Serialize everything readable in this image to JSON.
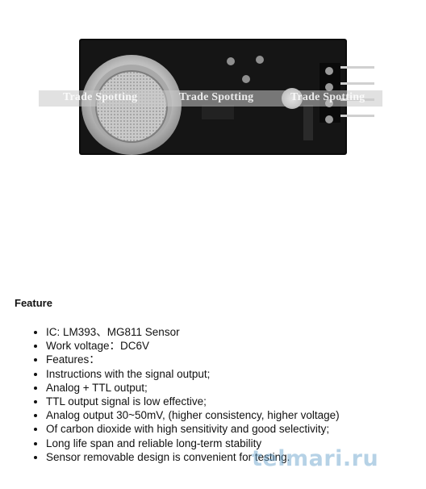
{
  "watermark": {
    "photo_text": "Trade Spotting",
    "site_text": "telmari.ru"
  },
  "feature": {
    "title": "Feature",
    "items": [
      "IC: LM393、MG811 Sensor",
      "Work voltage：DC6V",
      "Features：",
      "Instructions with the signal output;",
      "Analog + TTL output;",
      "TTL output signal is low effective;",
      "Analog output 30~50mV, (higher consistency, higher voltage)",
      "Of carbon dioxide with high sensitivity and good selectivity;",
      "Long life span and reliable long-term stability",
      "Sensor removable design is convenient for testing."
    ]
  }
}
